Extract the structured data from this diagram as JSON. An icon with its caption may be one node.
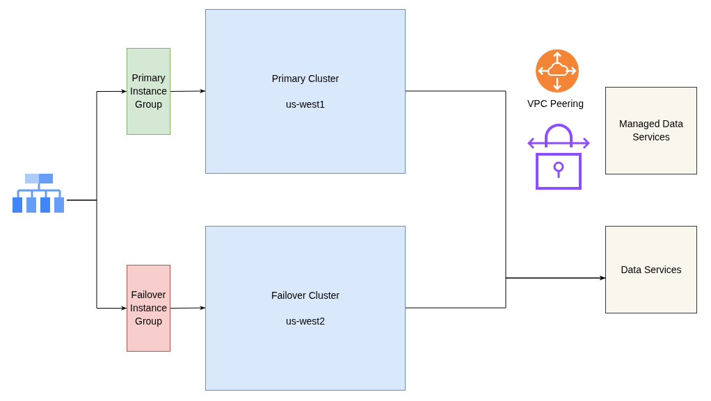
{
  "diagram": {
    "nodes": [
      {
        "text": [],
        "shape": "picture"
      },
      {
        "text": [
          "Primary Instance Group"
        ]
      },
      {
        "text": [
          "Primary Cluster",
          "us-west1"
        ]
      },
      {
        "text": [
          "Failover Instance Group"
        ]
      },
      {
        "text": [
          "Failover Cluster",
          "us-west2"
        ]
      },
      {
        "text": [
          "Managed Data Services"
        ]
      },
      {
        "text": [
          "Data Services"
        ]
      }
    ],
    "edges": [
      {
        "from": 0,
        "to": 1,
        "arrow": "to"
      },
      {
        "from": 0,
        "to": 3,
        "arrow": "to"
      },
      {
        "from": 1,
        "to": 2,
        "arrow": "to"
      },
      {
        "from": 3,
        "to": 4,
        "arrow": "to"
      },
      {
        "from": 2,
        "to": 6,
        "arrow": "to"
      },
      {
        "from": 4,
        "to": 6,
        "arrow": "to"
      }
    ],
    "labels": [
      "VPC Peering"
    ]
  }
}
